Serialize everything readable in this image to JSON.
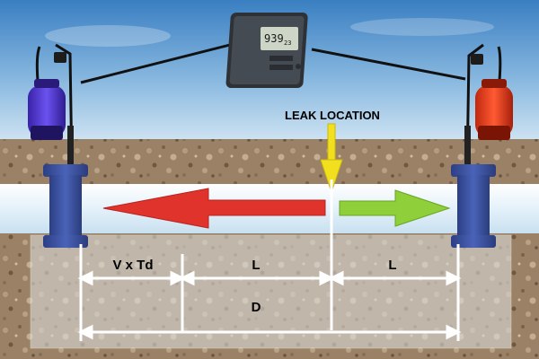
{
  "labels": {
    "leak_location": "LEAK LOCATION",
    "velocity_delay": "V x Td",
    "l_left": "L",
    "l_right": "L",
    "distance": "D"
  },
  "device": {
    "display_value": "939",
    "display_sub": "23"
  },
  "colors": {
    "sky_top": "#3f86c8",
    "sky_bottom": "#cde2f2",
    "soil": "#9a8064",
    "pipe": "#d9ecf8",
    "sensor": "#3d55a3",
    "left_arrow": "#e0332c",
    "right_arrow": "#8fcf3a",
    "leak_marker": "#f2e01e",
    "left_cylinder": "#5b3fd9",
    "right_cylinder": "#ea3a1e"
  },
  "icons": {
    "left_sensor_cylinder": "purple-pressure-sprayer-icon",
    "right_sensor_cylinder": "red-pressure-sprayer-icon",
    "correlator": "leak-correlator-device-icon"
  }
}
